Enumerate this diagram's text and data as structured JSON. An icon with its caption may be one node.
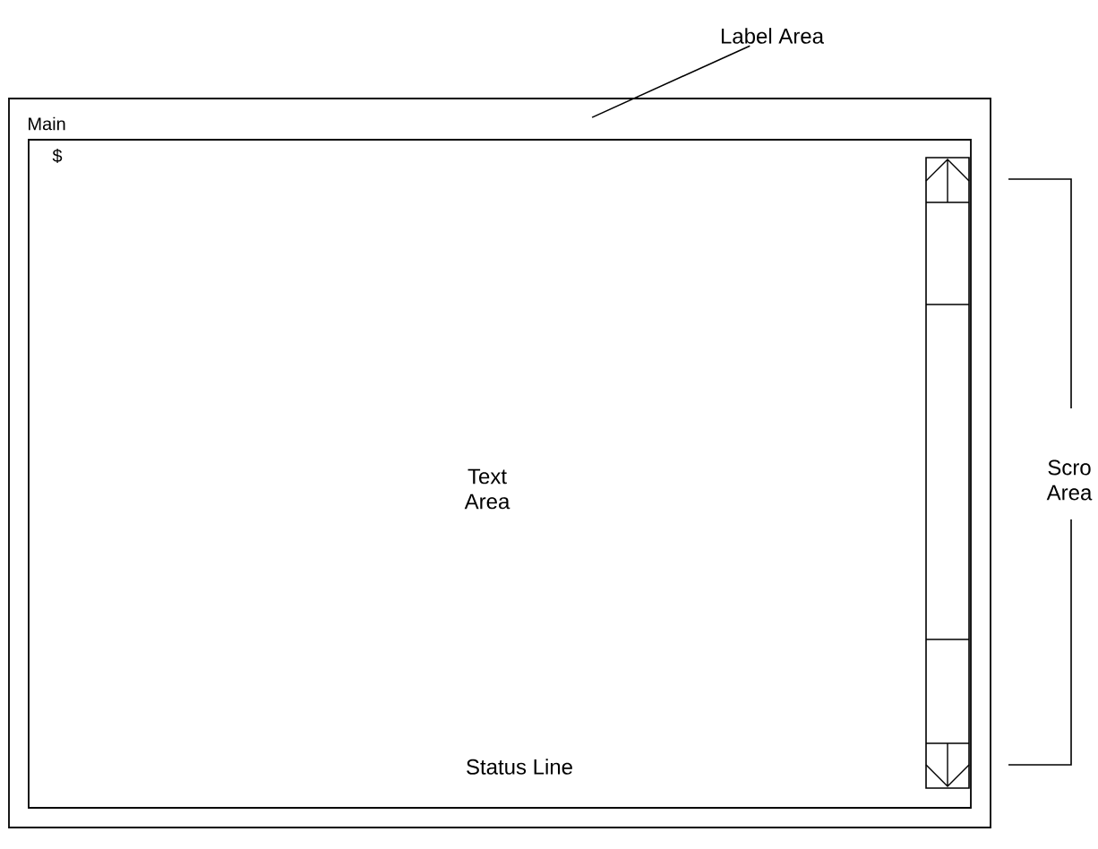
{
  "diagram": {
    "nodes": [
      {
        "text": [
          "Main"
        ]
      },
      {
        "text": [
          "Text Area"
        ],
        "in": 0
      },
      {
        "text": [],
        "shape": "bar",
        "in": 1
      },
      {
        "text": [
          "Label Area"
        ]
      }
    ],
    "edges": [
      {
        "from": 3,
        "to": 0,
        "arrow": "none"
      }
    ],
    "labels": [
      "$",
      "Status Line",
      "Scro Area"
    ]
  }
}
